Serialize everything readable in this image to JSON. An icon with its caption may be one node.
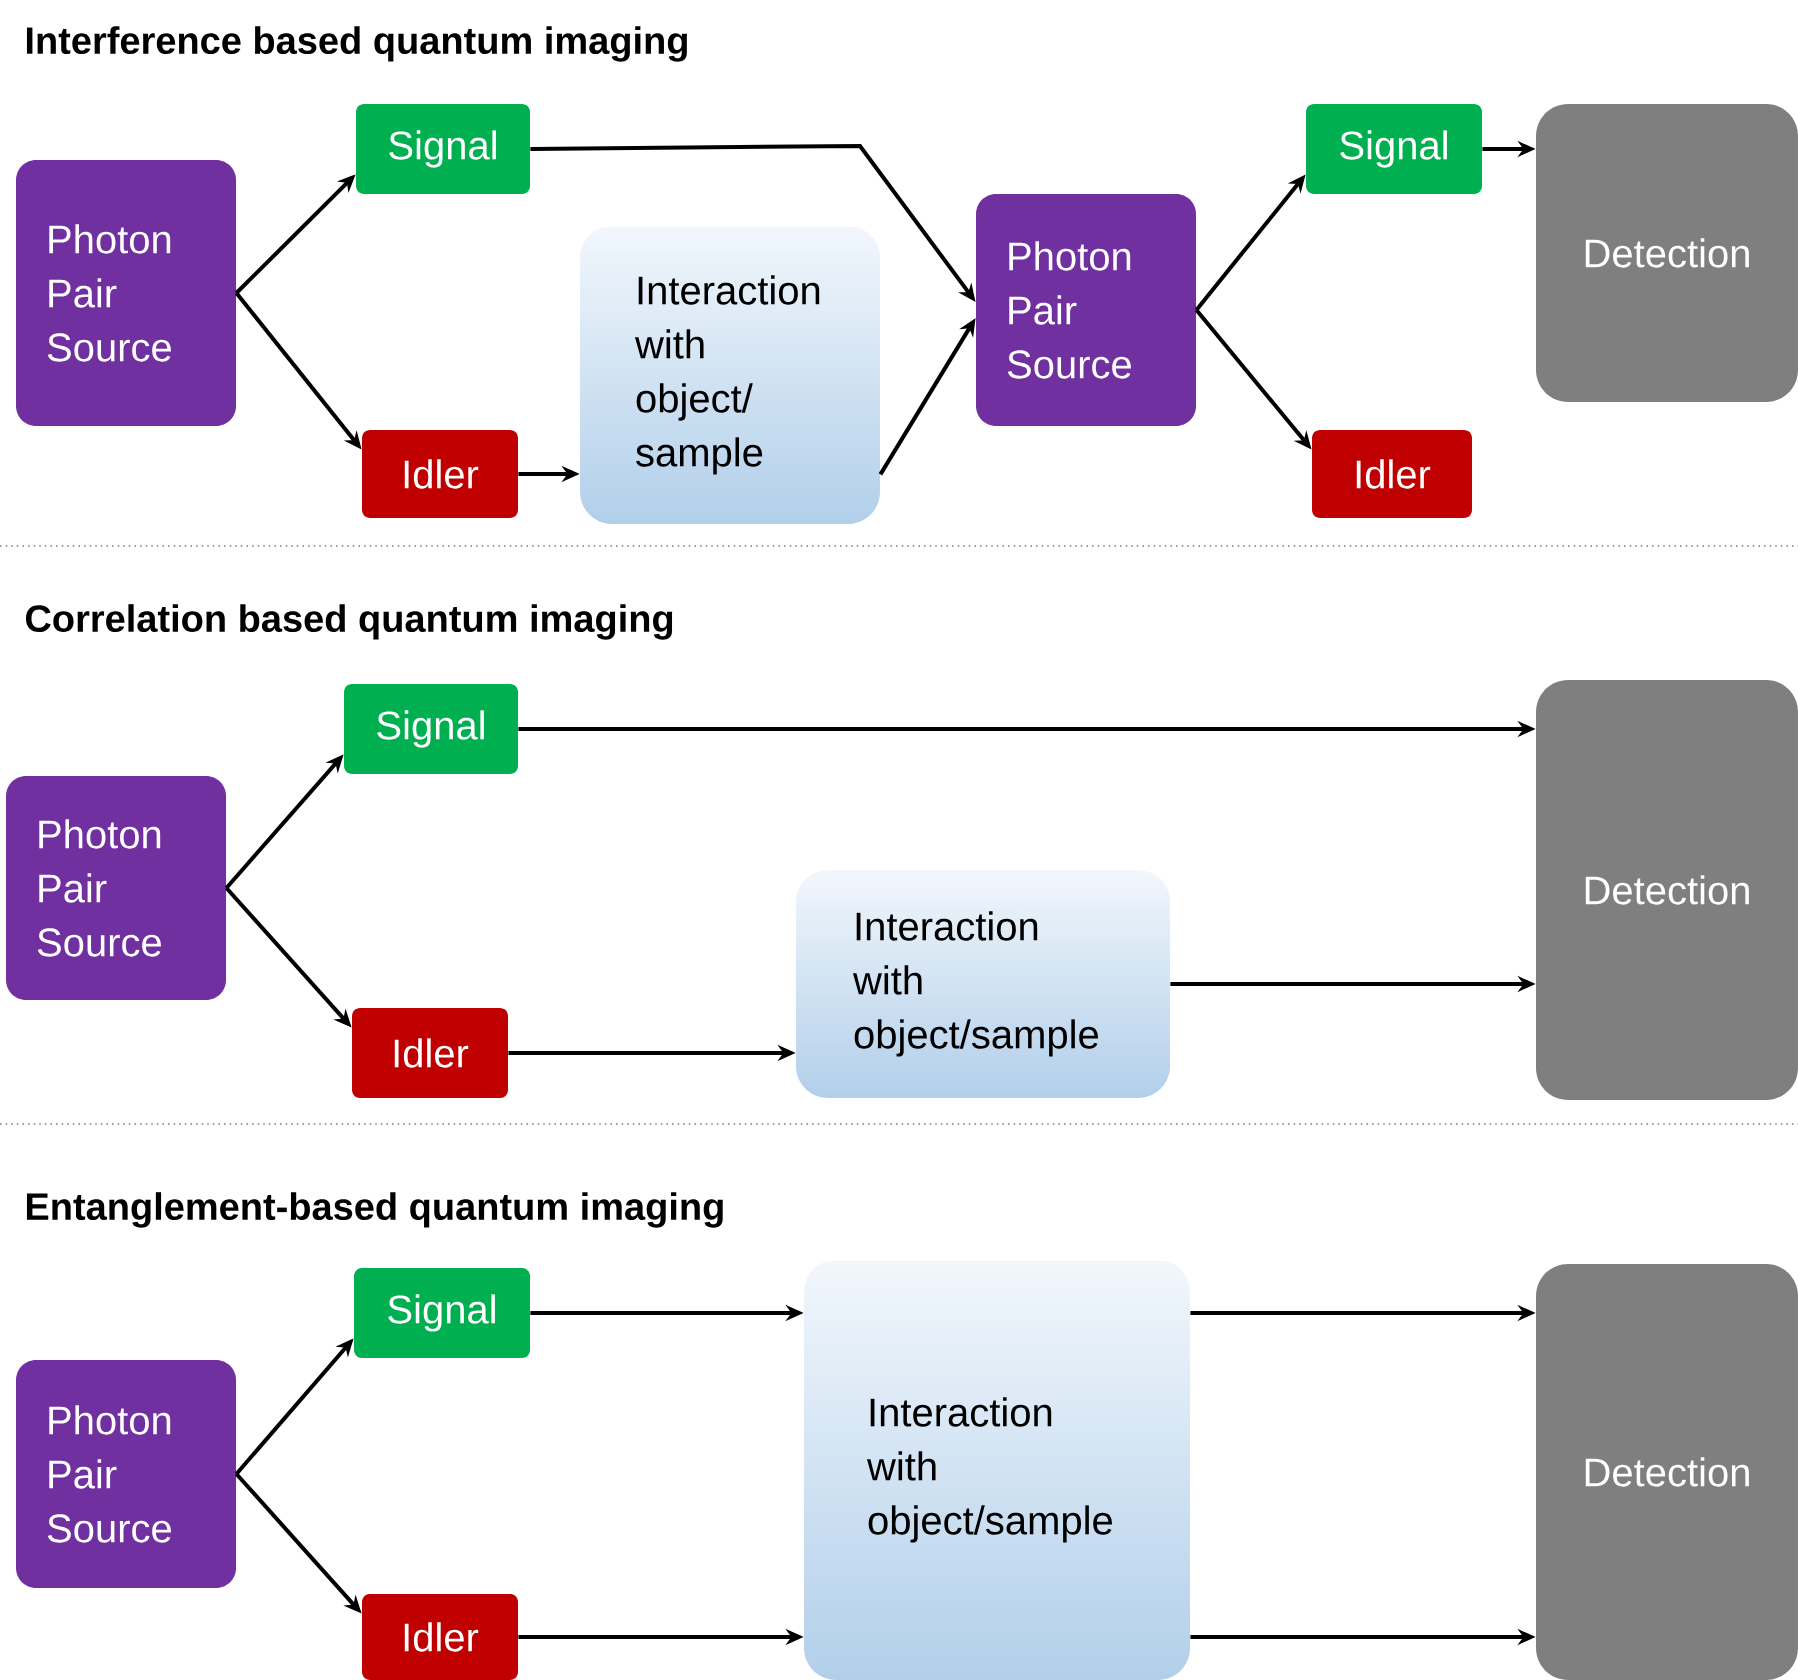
{
  "diagram": {
    "nodes": [
      {
        "text": [
          "Photon Pair Source"
        ]
      },
      {
        "text": [
          "Signal"
        ]
      },
      {
        "text": [
          "Idler"
        ]
      },
      {
        "text": [
          "Interaction with object/ sample"
        ]
      },
      {
        "text": [
          "Photon Pair Source"
        ]
      },
      {
        "text": [
          "Signal"
        ]
      },
      {
        "text": [
          "Idler"
        ]
      },
      {
        "text": [
          "Detection"
        ]
      },
      {
        "text": [
          "Photon Pair Source"
        ]
      },
      {
        "text": [
          "Signal"
        ]
      },
      {
        "text": [
          "Idler"
        ]
      },
      {
        "text": [
          "Interaction with object/sample"
        ]
      },
      {
        "text": [
          "Detection"
        ]
      },
      {
        "text": [
          "Photon Pair Source"
        ]
      },
      {
        "text": [
          "Signal"
        ]
      },
      {
        "text": [
          "Idler"
        ]
      },
      {
        "text": [
          "Interaction with object/sample"
        ]
      },
      {
        "text": [
          "Detection"
        ]
      }
    ],
    "edges": [
      {
        "from": 0,
        "to": 1,
        "arrow": "to"
      },
      {
        "from": 0,
        "to": 2,
        "arrow": "to"
      },
      {
        "from": 2,
        "to": 3,
        "arrow": "to"
      },
      {
        "from": 1,
        "to": 4,
        "arrow": "to"
      },
      {
        "from": 3,
        "to": 4,
        "arrow": "to"
      },
      {
        "from": 4,
        "to": 5,
        "arrow": "to"
      },
      {
        "from": 4,
        "to": 6,
        "arrow": "to"
      },
      {
        "from": 5,
        "to": 7,
        "arrow": "to"
      },
      {
        "from": 8,
        "to": 9,
        "arrow": "to"
      },
      {
        "from": 8,
        "to": 10,
        "arrow": "to"
      },
      {
        "from": 9,
        "to": 12,
        "arrow": "to"
      },
      {
        "from": 10,
        "to": 11,
        "arrow": "to"
      },
      {
        "from": 11,
        "to": 12,
        "arrow": "to"
      },
      {
        "from": 13,
        "to": 14,
        "arrow": "to"
      },
      {
        "from": 13,
        "to": 15,
        "arrow": "to"
      },
      {
        "from": 14,
        "to": 16,
        "arrow": "to"
      },
      {
        "from": 15,
        "to": 16,
        "arrow": "to"
      },
      {
        "from": 16,
        "to": 17,
        "arrow": "to"
      },
      {
        "from": 16,
        "to": 17,
        "arrow": "to"
      }
    ],
    "labels": [
      "Interference based quantum imaging",
      "Correlation based quantum imaging",
      "Entanglement-based quantum imaging"
    ]
  }
}
